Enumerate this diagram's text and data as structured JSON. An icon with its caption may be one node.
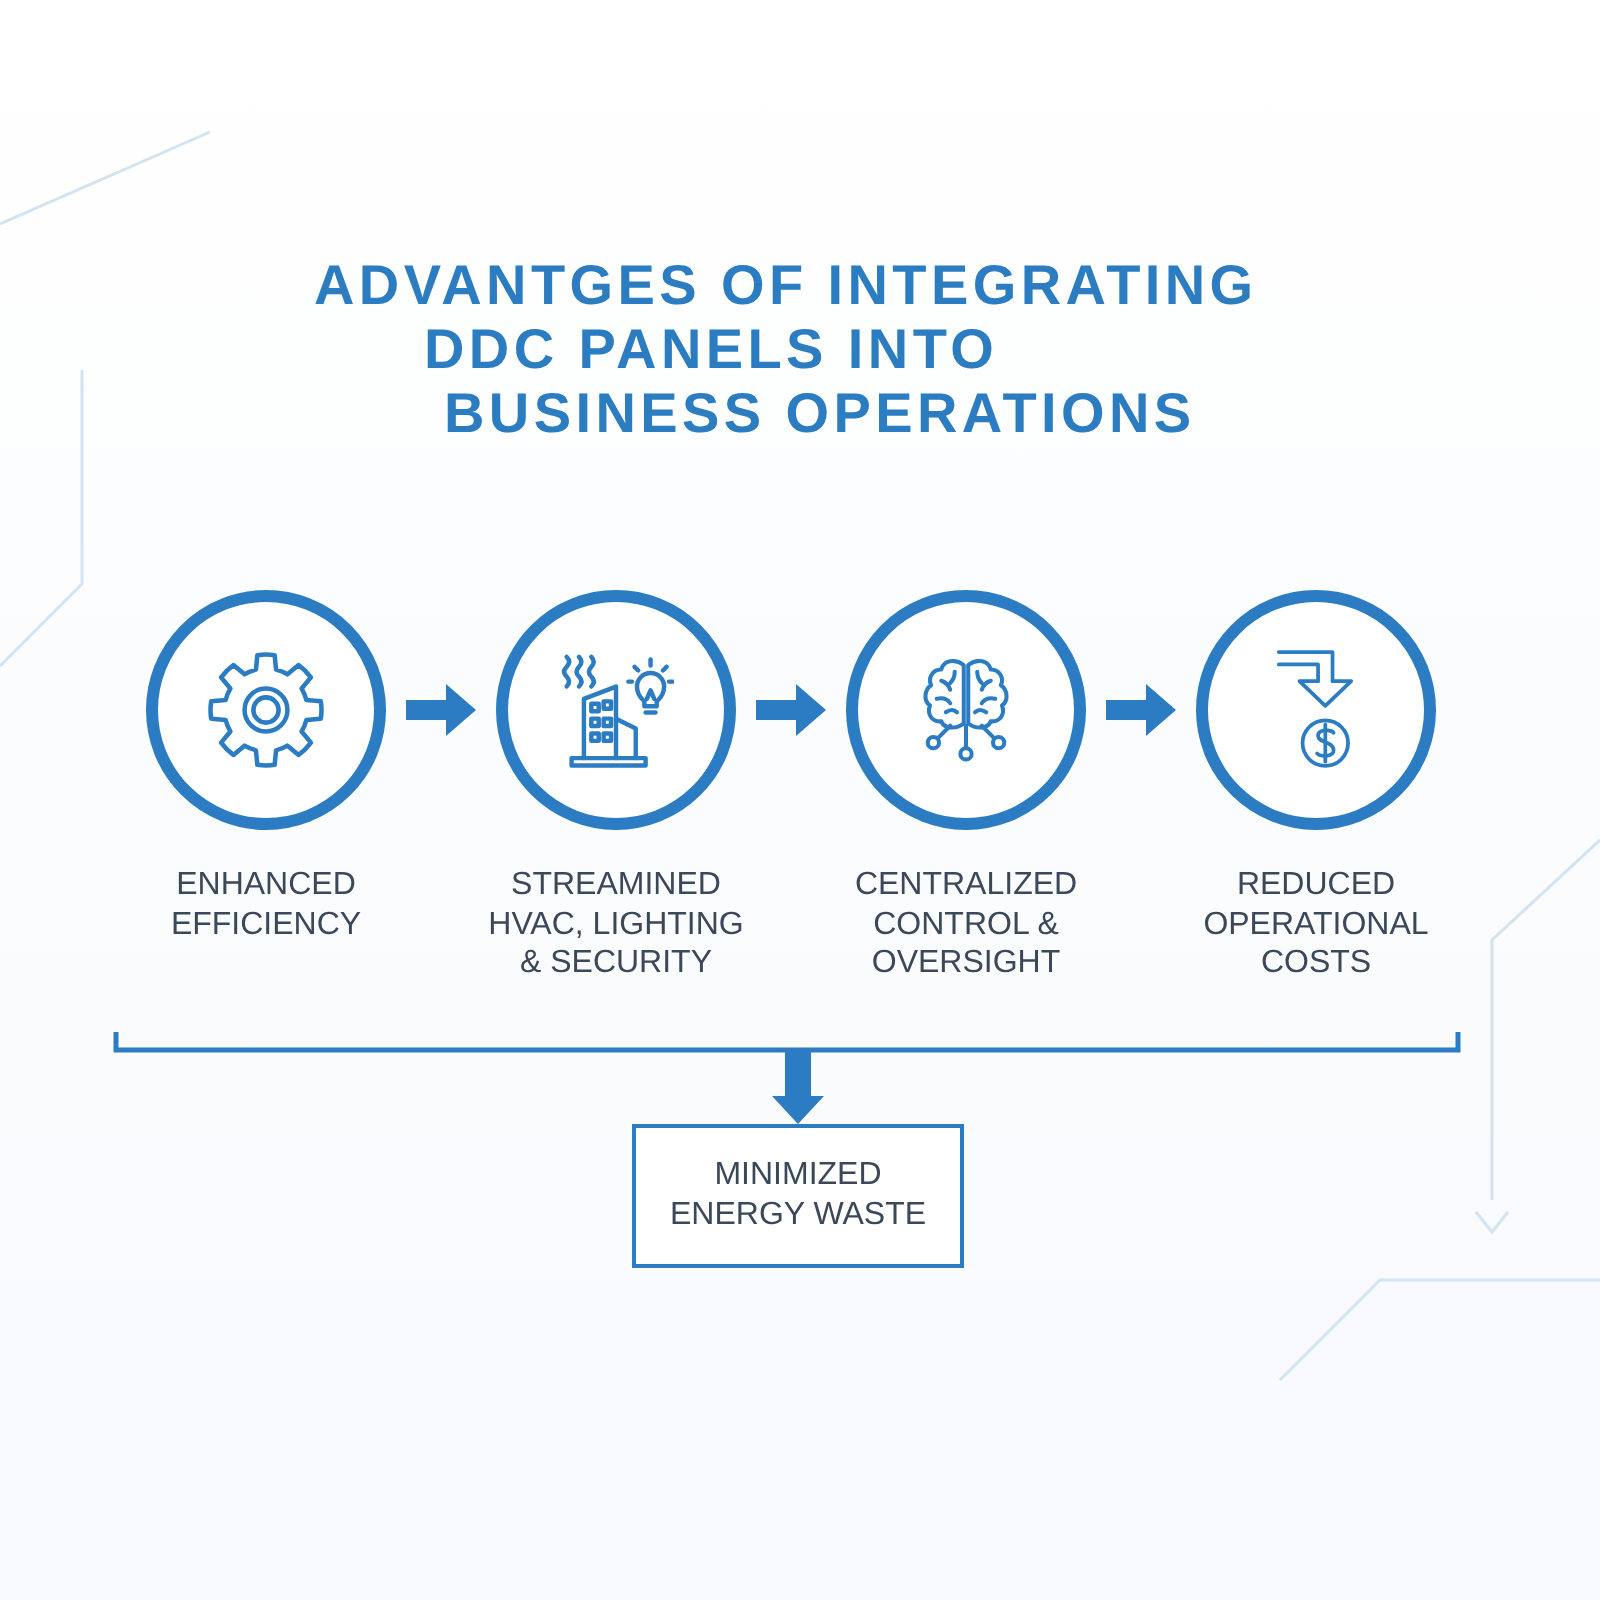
{
  "diagram": {
    "title": "ADVANTGES OF INTEGRATING DDC PANELS INTO BUSINESS OPERATIONS",
    "nodes": [
      {
        "text": [
          "ENHANCED EFFICIENCY"
        ]
      },
      {
        "text": [
          "STREAMINED HVAC, LIGHTING & SECURITY"
        ]
      },
      {
        "text": [
          "CENTRALIZED CONTROL & OVERSIGHT"
        ]
      },
      {
        "text": [
          "REDUCED OPERATIONAL COSTS"
        ]
      },
      {
        "text": [
          "MINIMIZED ENERGY WASTE"
        ]
      }
    ],
    "edges": [
      {
        "from": 0,
        "to": 1,
        "arrow": "to"
      },
      {
        "from": 1,
        "to": 2,
        "arrow": "to"
      },
      {
        "from": 2,
        "to": 3,
        "arrow": "to"
      },
      {
        "from": null,
        "to": 4,
        "arrow": "to"
      }
    ]
  }
}
